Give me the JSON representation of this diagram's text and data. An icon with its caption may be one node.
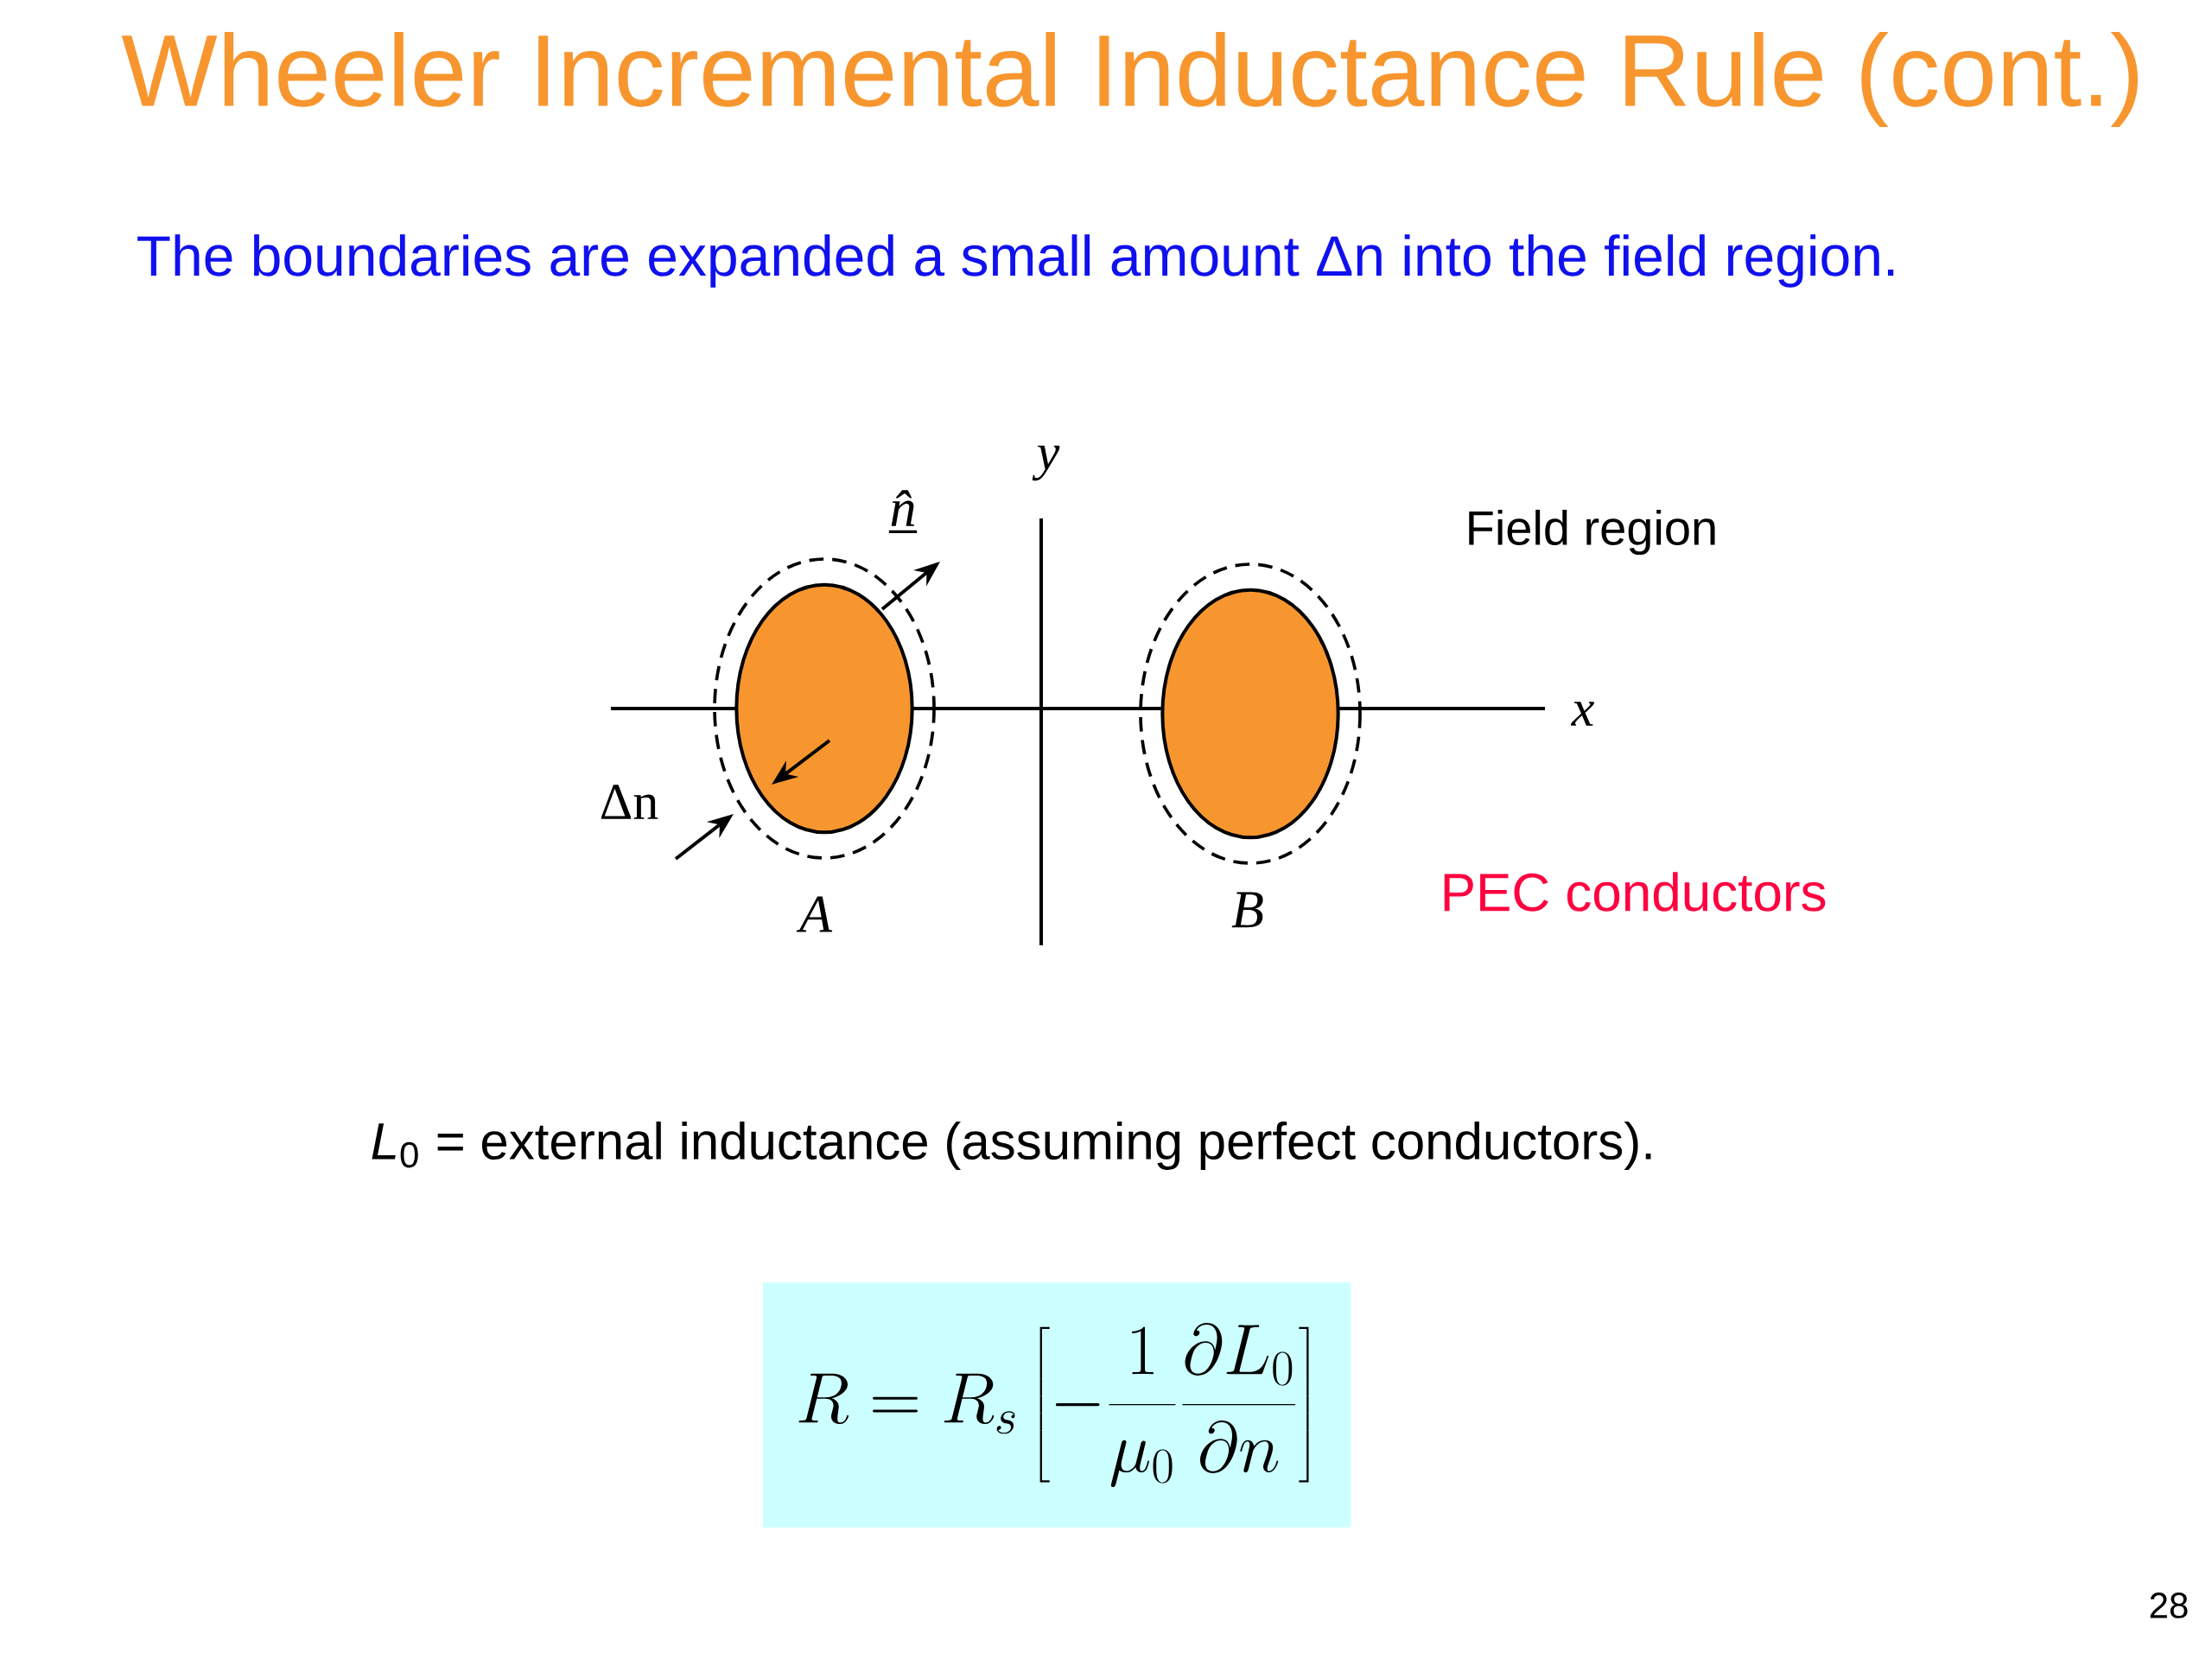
{
  "diagram": {
    "title": "Wheeler Incremental Inductance Rule (cont.)",
    "nodes": [
      {
        "text": [],
        "shape": "ellipse",
        "beside": [
          "A"
        ]
      },
      {
        "text": [],
        "shape": "ellipse",
        "beside": [
          "B"
        ]
      },
      {
        "text": [
          "R = R_s\\left[-\\frac{1}{\\mu_0}\\frac{\\partial L_0}{\\partial n}\\right]"
        ]
      }
    ],
    "labels": [
      "The boundaries are expanded a small amount Δn into the field region.",
      "y",
      "n̂",
      "Field region",
      "x",
      "Δn",
      "PEC conductors",
      "*L*$_{0}$ = external inductance (assuming perfect conductors).",
      "28"
    ]
  }
}
